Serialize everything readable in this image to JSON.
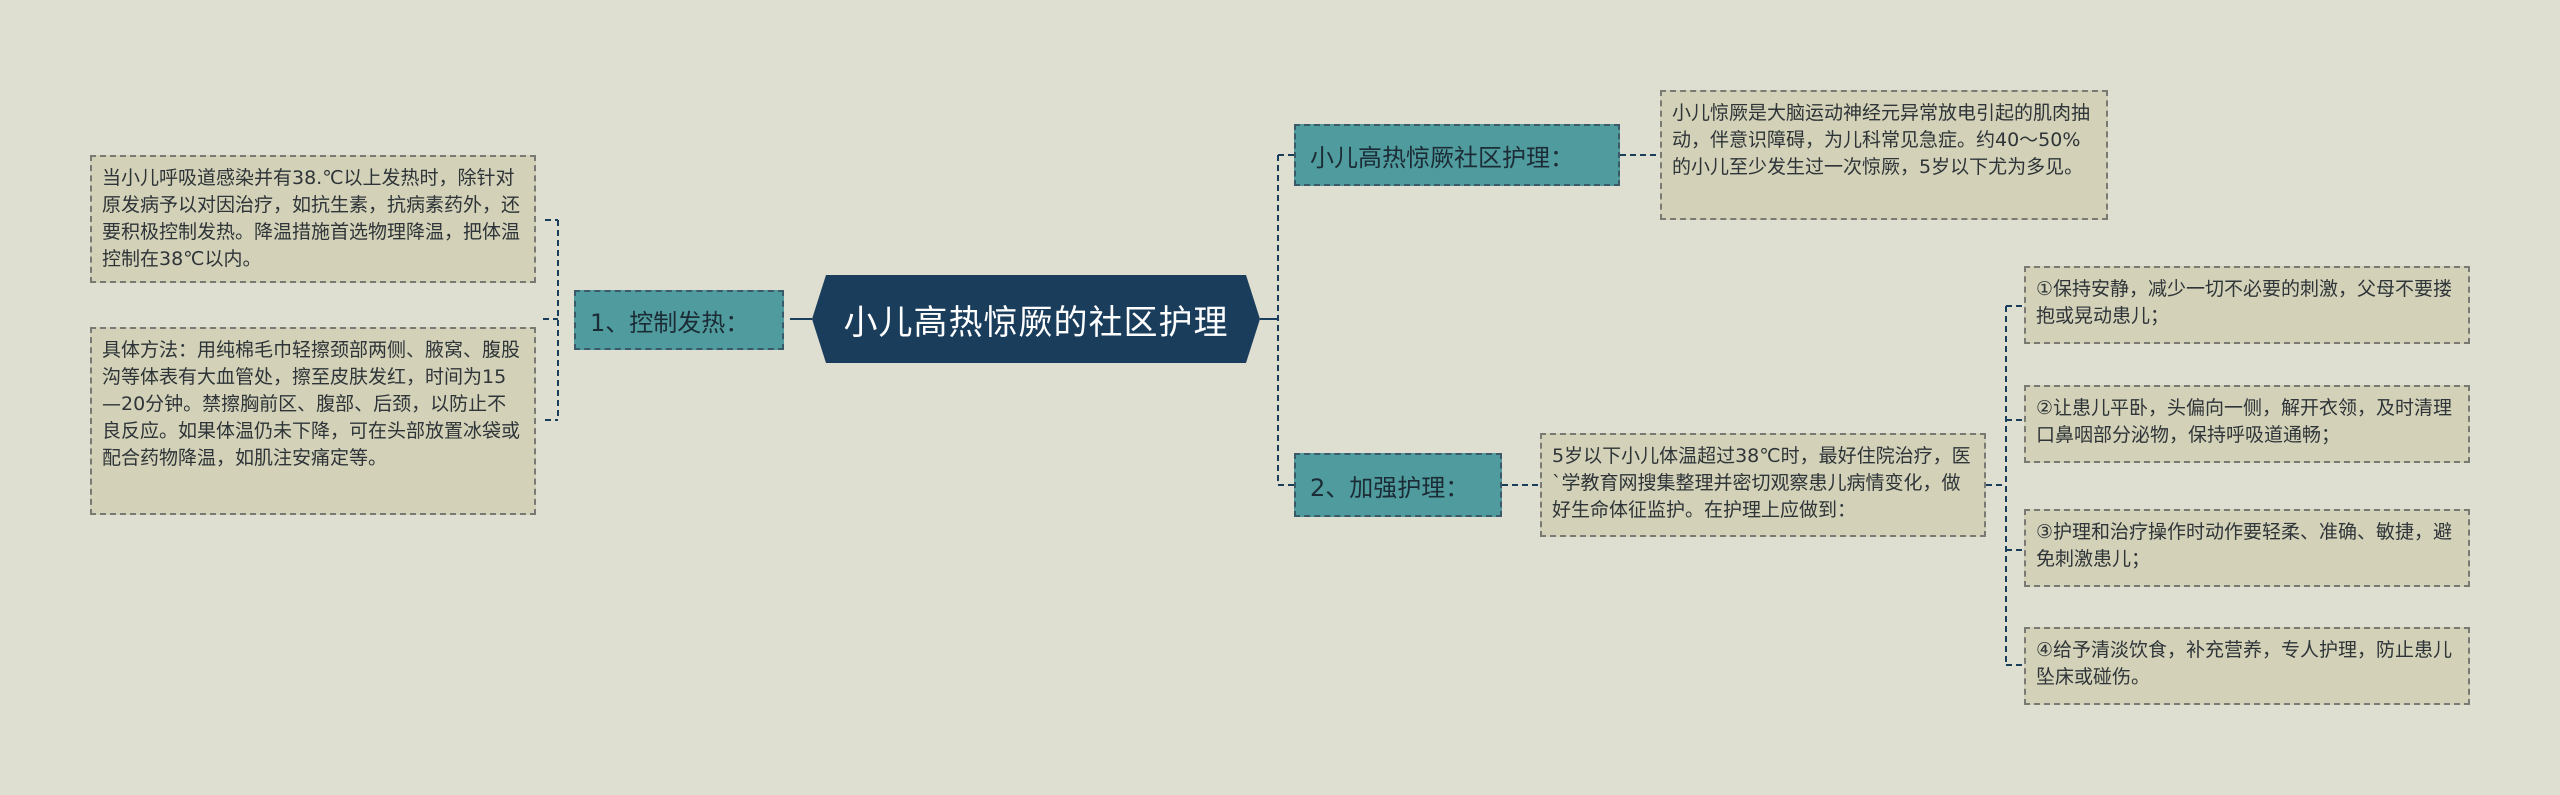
{
  "root": {
    "label": "小儿高热惊厥的社区护理"
  },
  "left_branch": {
    "label": "1、控制发热：",
    "leaves": [
      "当小儿呼吸道感染并有38.℃以上发热时，除针对原发病予以对因治疗，如抗生素，抗病素药外，还要积极控制发热。降温措施首选物理降温，把体温控制在38℃以内。",
      "具体方法：用纯棉毛巾轻擦颈部两侧、腋窝、腹股沟等体表有大血管处，擦至皮肤发红，时间为15—20分钟。禁擦胸前区、腹部、后颈，以防止不良反应。如果体温仍未下降，可在头部放置冰袋或配合药物降温，如肌注安痛定等。"
    ]
  },
  "right_top_branch": {
    "label": "小儿高热惊厥社区护理：",
    "leaf": "小儿惊厥是大脑运动神经元异常放电引起的肌肉抽动，伴意识障碍，为儿科常见急症。约40～50%的小儿至少发生过一次惊厥，5岁以下尤为多见。"
  },
  "right_bottom_branch": {
    "label": "2、加强护理：",
    "middle": "5岁以下小儿体温超过38℃时，最好住院治疗，医`学教育网搜集整理并密切观察患儿病情变化，做好生命体征监护。在护理上应做到：",
    "leaves": [
      "①保持安静，减少一切不必要的刺激，父母不要搂抱或晃动患儿；",
      "②让患儿平卧，头偏向一侧，解开衣领，及时清理口鼻咽部分泌物，保持呼吸道通畅；",
      "③护理和治疗操作时动作要轻柔、准确、敏捷，避免刺激患儿；",
      "④给予清淡饮食，补充营养，专人护理，防止患儿坠床或碰伤。"
    ]
  },
  "colors": {
    "background": "#dfdfd1",
    "root_fill": "#1b3d5c",
    "branch_fill": "#4f9b9d",
    "leaf_fill": "#d3d2b8",
    "connector": "#1b3d5c"
  }
}
